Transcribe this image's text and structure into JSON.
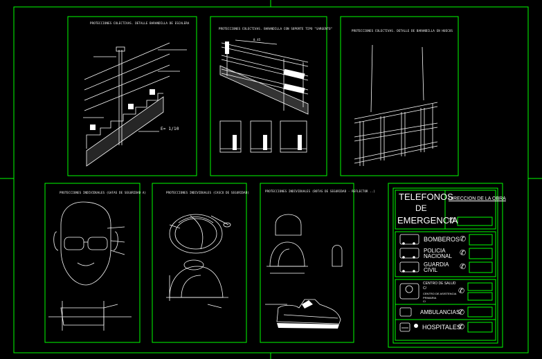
{
  "colors": {
    "background": "#000000",
    "frame": "#00ff00",
    "linework": "#ffffff"
  },
  "panels": {
    "p1": {
      "title": "PROTECCIONES COLECTIVAS. DETALLE BARANDILLA DE ESCALERA",
      "scale": "E= 1/10"
    },
    "p2": {
      "title": "PROTECCIONES COLECTIVAS. BARANDILLA CON SOPORTE TIPO \"SARGENTO\"",
      "dim": "0.45"
    },
    "p3": {
      "title": "PROTECCIONES COLECTIVAS. DETALLE DE BARANDILLA EN HUECOS"
    },
    "p4": {
      "title": "PROTECCIONES INDIVIDUALES (GAFAS DE SEGURIDAD A)"
    },
    "p5": {
      "title": "PROTECCIONES INDIVIDUALES (CASCO DE SEGURIDAD)"
    },
    "p6": {
      "title": "PROTECCIONES INDIVIDUALES (BOTAS DE SEGURIDAD - REFLECTOR ..)"
    }
  },
  "emergency": {
    "title_line1": "TELEFONOS",
    "title_line2": "DE",
    "title_line3": "EMERGENCIA",
    "address_label": "DIRECCION DE LA OBRA",
    "rows": {
      "bomberos": "BOMBEROS",
      "policia_1": "POLICIA",
      "policia_2": "NACIONAL",
      "guardia_1": "GUARDIA",
      "guardia_2": "CIVIL",
      "salud_1": "CENTRO DE SALUD",
      "salud_2": "C/",
      "asist_1": "CENTRO DE ASISTENCIA",
      "asist_2": "PRIMARIA",
      "asist_3": "C/",
      "ambulancias": "AMBULANCIAS",
      "hospitales": "HOSPITALES"
    }
  }
}
